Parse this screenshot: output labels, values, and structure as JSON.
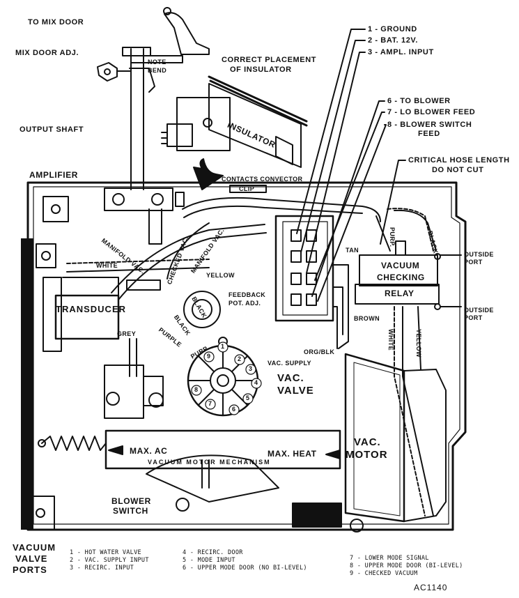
{
  "labels": {
    "to_mix_door": "TO MIX DOOR",
    "mix_door_adj": "MIX DOOR ADJ.",
    "note_bend": [
      "NOTE",
      "BEND"
    ],
    "correct_placement": [
      "CORRECT PLACEMENT",
      "OF INSULATOR"
    ],
    "insulator": "INSULATOR",
    "output_shaft": "OUTPUT SHAFT",
    "amplifier": "AMPLIFIER",
    "contacts_convector": "CONTACTS CONVECTOR",
    "clip": "CLIP",
    "terminals": [
      "1 - GROUND",
      "2 - BAT. 12V.",
      "3 - AMPL. INPUT",
      "6 - TO BLOWER",
      "7 - LO BLOWER FEED",
      "8 - BLOWER SWITCH",
      "FEED"
    ],
    "critical_hose": [
      "CRITICAL HOSE LENGTH",
      "DO NOT CUT"
    ],
    "purp": "PURP.",
    "black": "BLACK",
    "outside_port": [
      "OUTSIDE",
      "PORT"
    ],
    "vacuum_checking_relay": [
      "VACUUM",
      "CHECKING",
      "RELAY"
    ],
    "manifold_vac": "MANIFOLD VAC.",
    "checked_vac": "CHECKED VAC.",
    "white": "WHITE",
    "yellow": "YELLOW",
    "tan": "TAN",
    "brown": "BROWN",
    "grey": "GREY",
    "transducer": "TRANSDUCER",
    "feedback_pot": [
      "FEEDBACK",
      "POT. ADJ."
    ],
    "purple": "PURPLE",
    "org_blk": "ORG/BLK",
    "vac_supply": "VAC. SUPPLY",
    "vac_valve": [
      "VAC.",
      "VALVE"
    ],
    "max_ac": "MAX. AC",
    "max_heat": "MAX. HEAT",
    "vacuum_motor_mechanism": "VACUUM MOTOR MECHANISM",
    "vac_motor": [
      "VAC.",
      "MOTOR"
    ],
    "blower_switch": [
      "BLOWER",
      "SWITCH"
    ],
    "port_numbers": [
      "1",
      "2",
      "3",
      "4",
      "5",
      "6",
      "7",
      "8",
      "9"
    ]
  },
  "legend": {
    "title": [
      "VACUUM",
      "VALVE",
      "PORTS"
    ],
    "col1": [
      "1 - HOT WATER VALVE",
      "2 - VAC. SUPPLY INPUT",
      "3 - RECIRC. INPUT"
    ],
    "col2": [
      "4 - RECIRC. DOOR",
      "5 - MODE INPUT",
      "6 - UPPER MODE DOOR (NO BI-LEVEL)"
    ],
    "col3": [
      "7 - LOWER MODE SIGNAL",
      "8 - UPPER MODE DOOR (BI-LEVEL)",
      "9 - CHECKED VACUUM"
    ]
  },
  "figure_code": "AC1140"
}
